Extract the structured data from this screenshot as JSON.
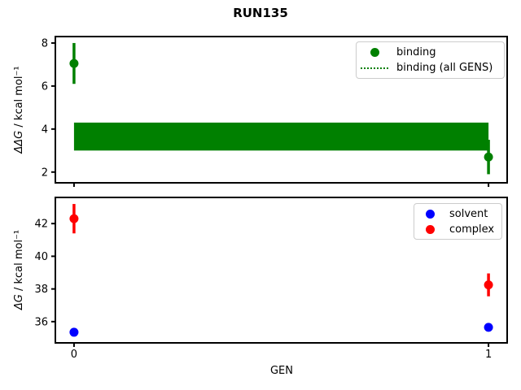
{
  "figure": {
    "title": "RUN135",
    "xlabel": "GEN",
    "background": "#ffffff"
  },
  "colors": {
    "binding": "#008000",
    "solvent": "#0000ff",
    "complex": "#ff0000",
    "axis": "#000000",
    "legend_border": "#cccccc"
  },
  "chart_data": [
    {
      "type": "scatter",
      "ylabel_symbol": "ΔΔG",
      "ylabel_unit": " / kcal mol⁻¹",
      "x": [
        0,
        1
      ],
      "xticks": [
        0,
        1
      ],
      "xtick_labels": [
        "0",
        "1"
      ],
      "xlim": [
        -0.045,
        1.045
      ],
      "ylim": [
        1.5,
        8.3
      ],
      "yticks": [
        2,
        4,
        6,
        8
      ],
      "grid": false,
      "series": [
        {
          "name": "binding",
          "color": "#008000",
          "marker": "circle",
          "values": [
            7.05,
            2.7
          ],
          "errors": [
            0.95,
            0.8
          ]
        }
      ],
      "band": {
        "name": "binding (all GENS)",
        "color": "#008000",
        "from": 3.0,
        "to": 4.3,
        "x_from": 0,
        "x_to": 1,
        "legend_style": "dotted"
      },
      "legend": {
        "entries": [
          "binding",
          "binding (all GENS)"
        ],
        "position": "upper right"
      }
    },
    {
      "type": "scatter",
      "ylabel_symbol": "ΔG",
      "ylabel_unit": " / kcal mol⁻¹",
      "x": [
        0,
        1
      ],
      "xticks": [
        0,
        1
      ],
      "xtick_labels": [
        "0",
        "1"
      ],
      "xlim": [
        -0.045,
        1.045
      ],
      "ylim": [
        34.7,
        43.6
      ],
      "yticks": [
        36,
        38,
        40,
        42
      ],
      "grid": false,
      "series": [
        {
          "name": "solvent",
          "color": "#0000ff",
          "marker": "circle",
          "values": [
            35.35,
            35.65
          ],
          "errors": [
            0.1,
            0.1
          ]
        },
        {
          "name": "complex",
          "color": "#ff0000",
          "marker": "circle",
          "values": [
            42.3,
            38.25
          ],
          "errors": [
            0.9,
            0.7
          ]
        }
      ],
      "legend": {
        "entries": [
          "solvent",
          "complex"
        ],
        "position": "upper right"
      }
    }
  ]
}
